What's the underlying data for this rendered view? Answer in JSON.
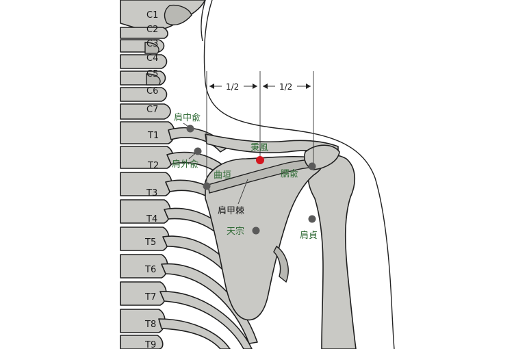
{
  "vertebrae": [
    "C1",
    "C2",
    "C3",
    "C4",
    "C5",
    "C6",
    "C7",
    "T1",
    "T2",
    "T3",
    "T4",
    "T5",
    "T6",
    "T7",
    "T8",
    "T9"
  ],
  "measurements": {
    "left_half": "1/2",
    "right_half": "1/2"
  },
  "points": {
    "kenchuyu": "肩中兪",
    "kengaiyu": "肩外兪",
    "kyokuen": "曲垣",
    "heifu": "秉風",
    "juyu": "臑兪",
    "tenso": "天宗",
    "kentei": "肩貞"
  },
  "structures": {
    "scapular_spine": "肩甲棘"
  },
  "colors": {
    "bone": "#c9c9c5",
    "outline": "#1f1f1f",
    "point_label": "#2f6a35",
    "point_marker": "#5a5a5a",
    "highlight_marker": "#d4161e"
  }
}
